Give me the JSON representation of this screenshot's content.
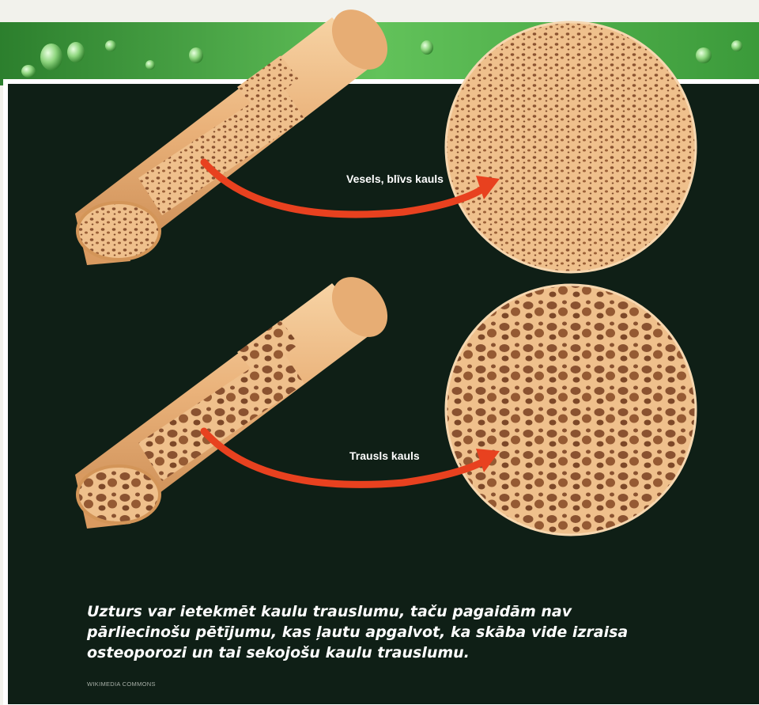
{
  "labels": {
    "healthy": "Vesels, blīvs kauls",
    "fragile": "Trausls kauls"
  },
  "caption": "Uzturs var ietekmēt kaulu trauslumu, taču pagaidām nav pārliecinošu pētījumu, kas ļautu apgalvot, ka skāba vide izraisa osteoporozi un tai sekojošu kaulu trauslumu.",
  "credit": "WIKIMEDIA COMMONS",
  "colors": {
    "panel": "#0f1f16",
    "frame": "#ffffff",
    "bone": "#e9b982",
    "arrow": "#e8411f",
    "banner": "#58b84a"
  }
}
